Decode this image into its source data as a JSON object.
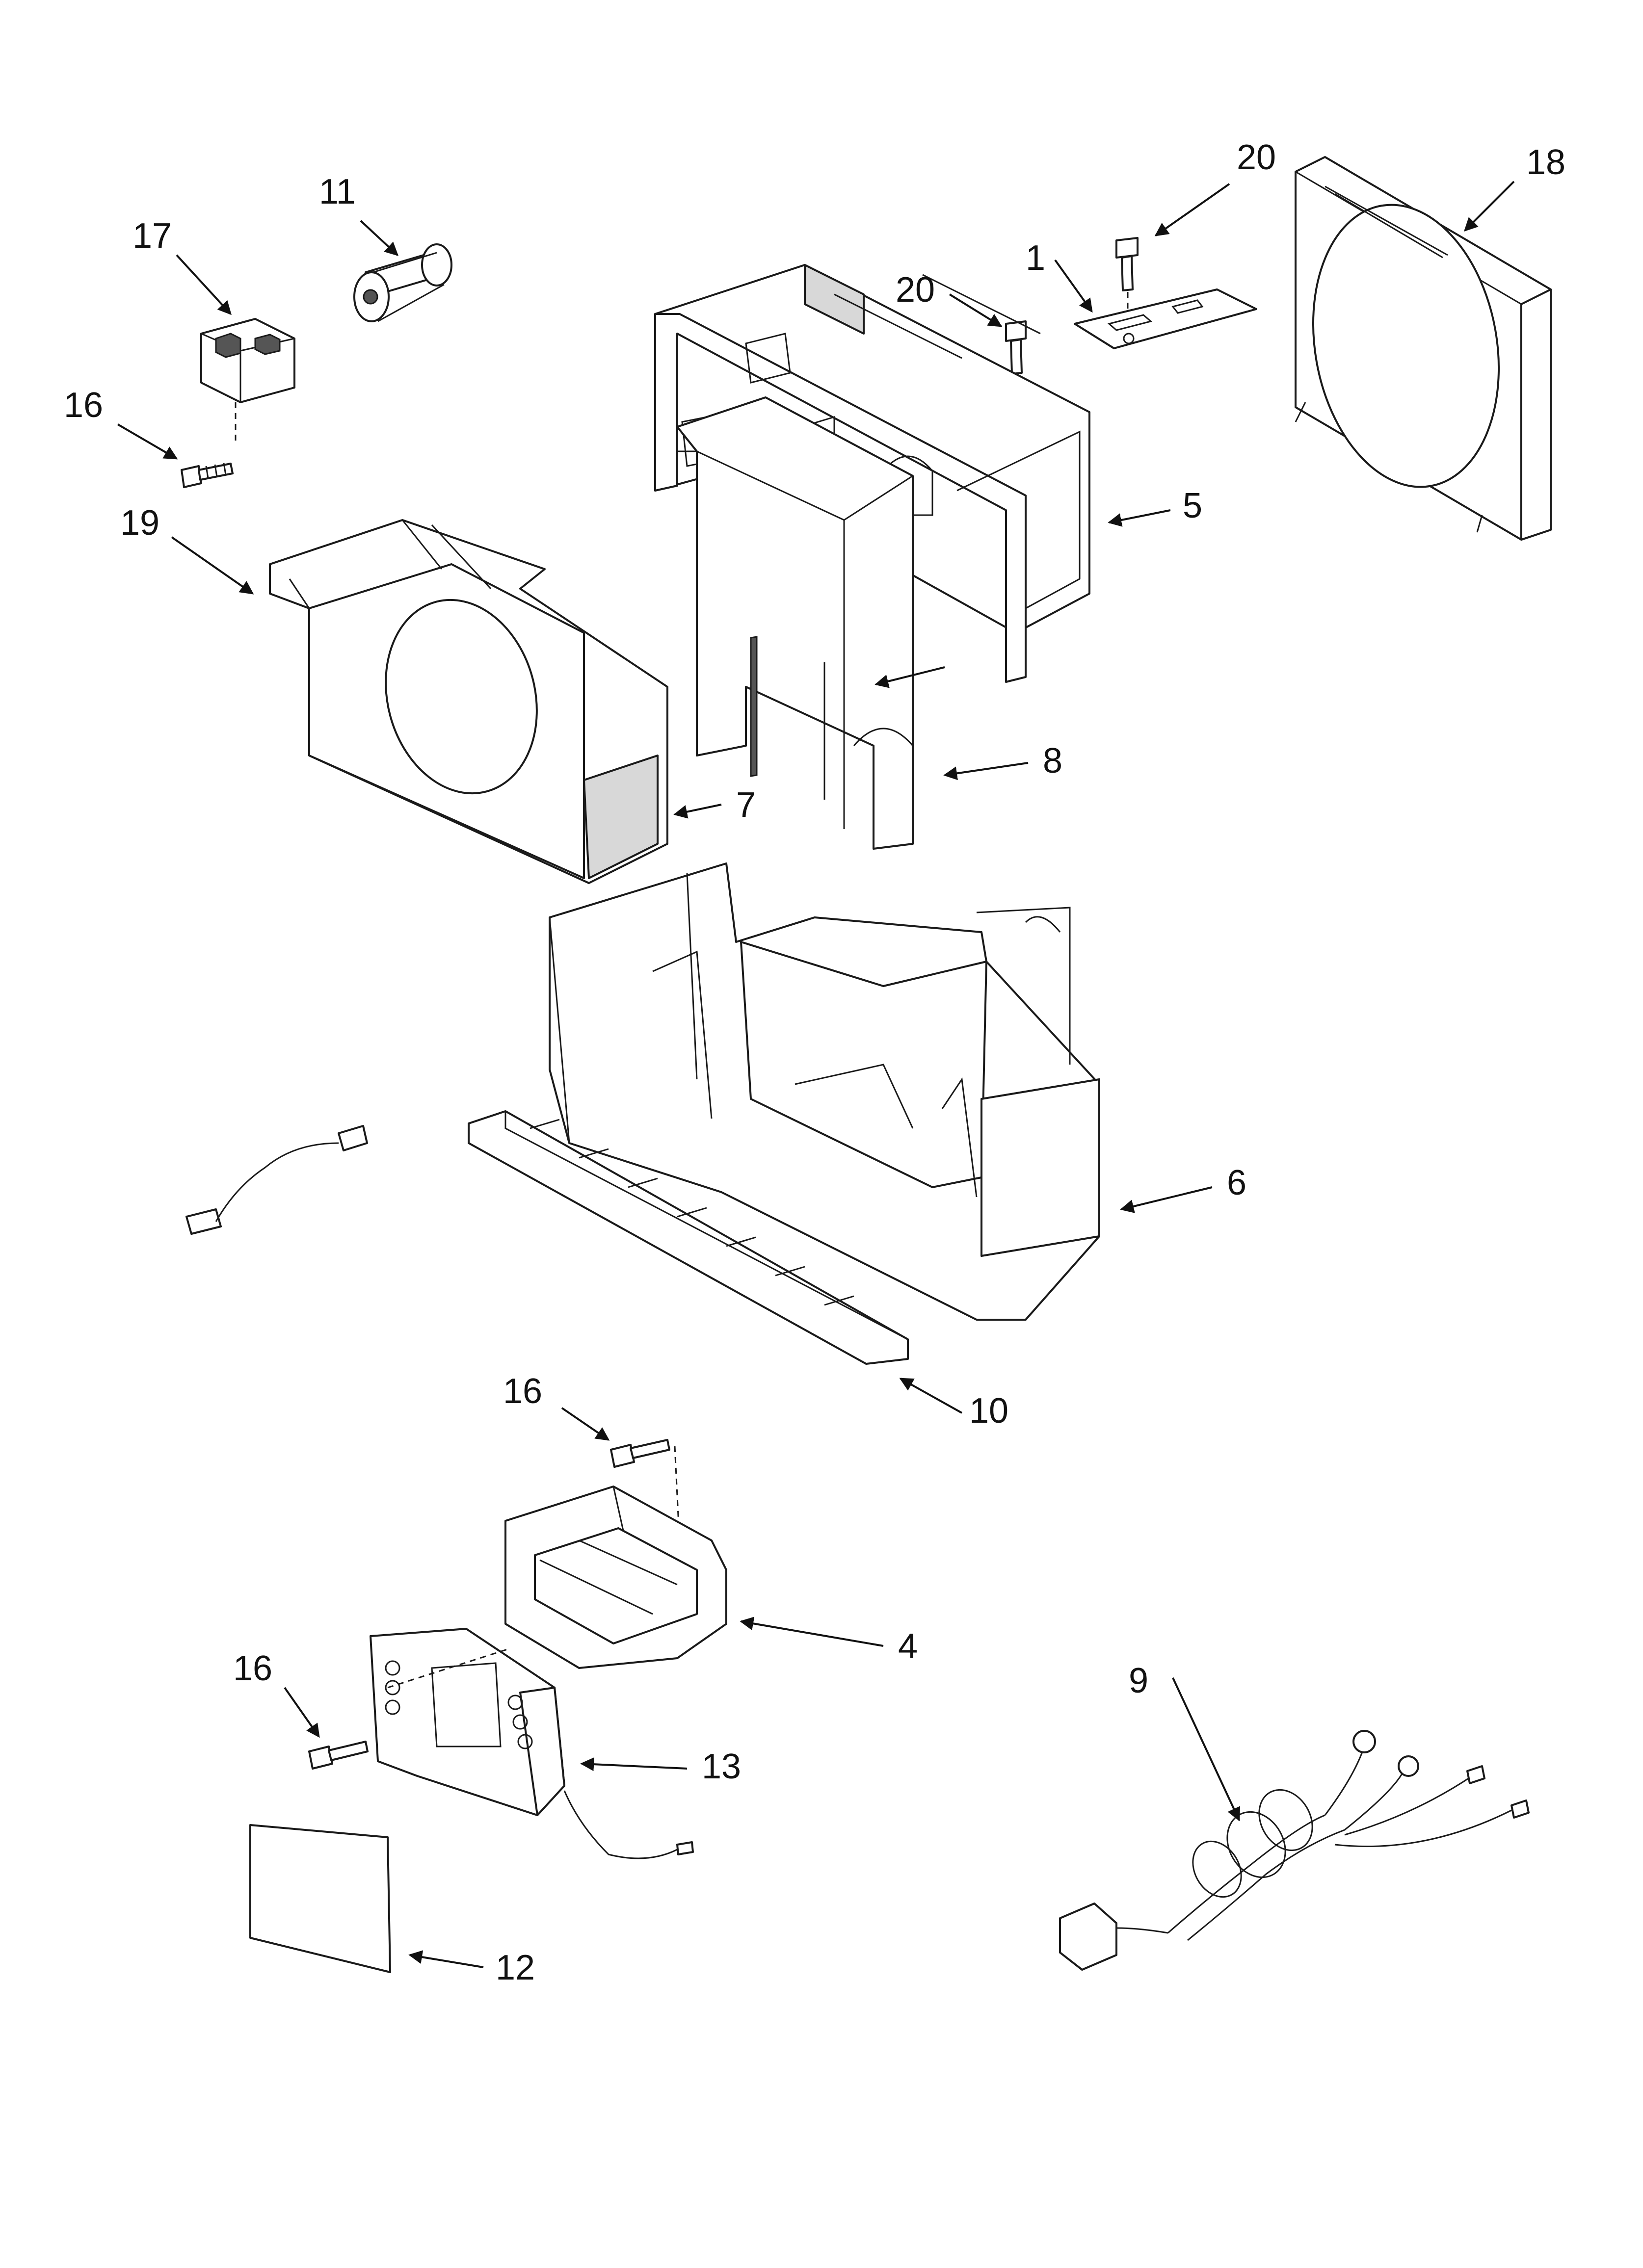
{
  "labels": {
    "p1": "1",
    "p4": "4",
    "p5": "5",
    "p6": "6",
    "p7": "7",
    "p8": "8",
    "p9": "9",
    "p10": "10",
    "p11": "11",
    "p12": "12",
    "p13": "13",
    "p16a": "16",
    "p16b": "16",
    "p16c": "16",
    "p17": "17",
    "p18": "18",
    "p19": "19",
    "p20a": "20",
    "p20b": "20"
  }
}
